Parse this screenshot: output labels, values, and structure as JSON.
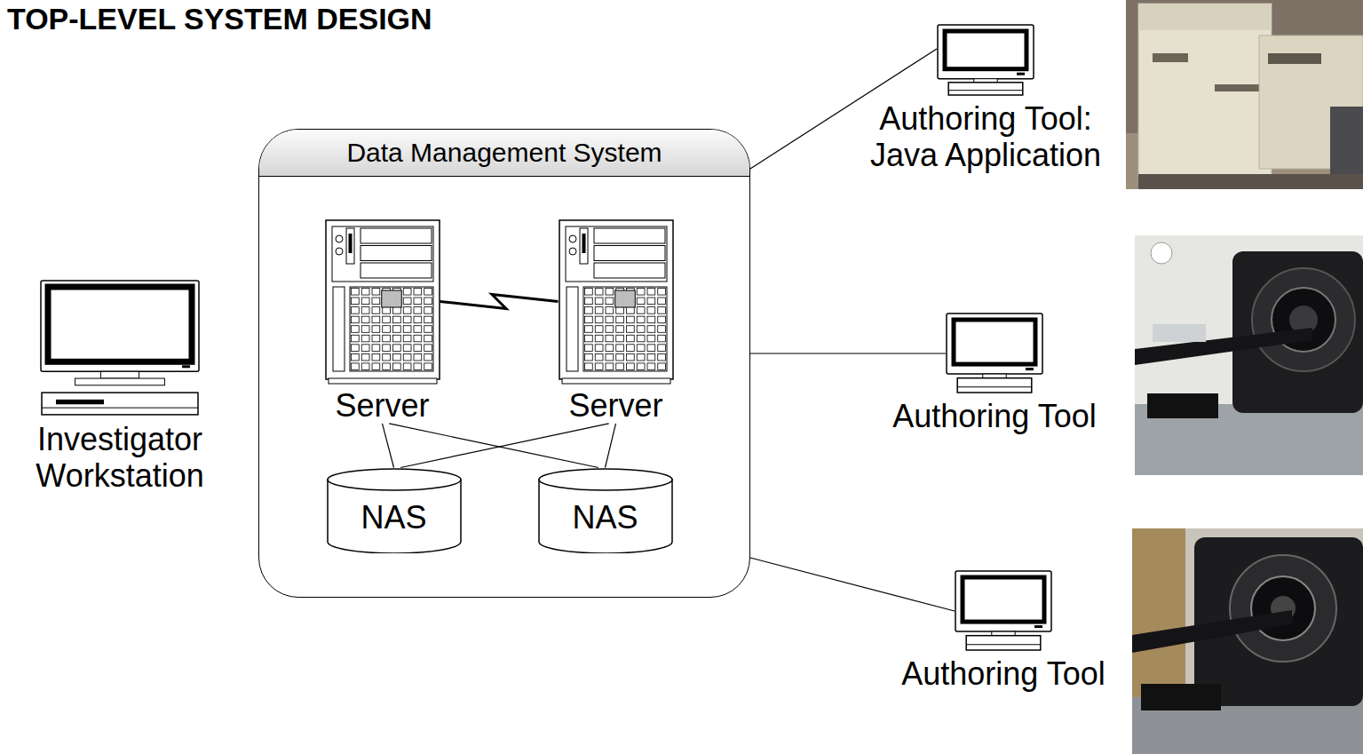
{
  "diagram": {
    "title": "TOP-LEVEL SYSTEM DESIGN",
    "nodes": [
      {
        "text": [
          "Data Management System"
        ]
      },
      {
        "text": [
          "Server"
        ],
        "in": 0
      },
      {
        "text": [
          "Server"
        ],
        "in": 0
      },
      {
        "text": [
          "NAS"
        ],
        "in": 0
      },
      {
        "text": [
          "NAS"
        ],
        "in": 0
      },
      {
        "text": [
          "Investigator Workstation"
        ]
      },
      {
        "text": [
          "Authoring Tool: Java Application"
        ]
      },
      {
        "text": [
          "Authoring Tool"
        ]
      },
      {
        "text": [
          "Authoring Tool"
        ]
      }
    ],
    "edges": [
      {
        "from": 1,
        "to": 2,
        "arrow": "none"
      },
      {
        "from": 1,
        "to": 3,
        "arrow": "none"
      },
      {
        "from": 1,
        "to": 4,
        "arrow": "none"
      },
      {
        "from": 2,
        "to": 3,
        "arrow": "none"
      },
      {
        "from": 2,
        "to": 4,
        "arrow": "none"
      },
      {
        "from": 0,
        "to": 6,
        "arrow": "none"
      },
      {
        "from": 0,
        "to": 7,
        "arrow": "none"
      },
      {
        "from": 0,
        "to": 8,
        "arrow": "none"
      }
    ]
  }
}
